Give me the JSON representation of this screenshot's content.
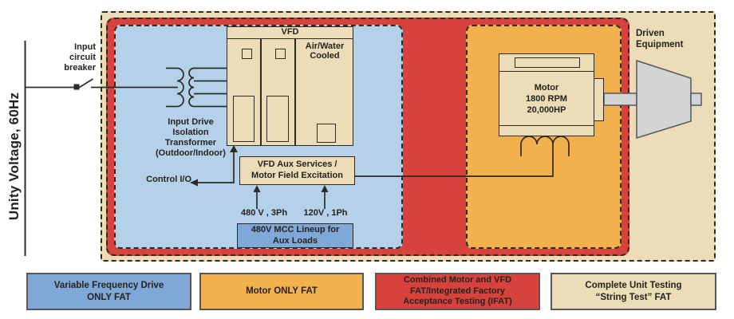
{
  "axis": {
    "label": "Unity Voltage, 60Hz"
  },
  "input_breaker": {
    "lines": [
      "Input",
      "circuit",
      "breaker"
    ]
  },
  "transformer": {
    "lines": [
      "Input Drive",
      "Isolation",
      "Transformer",
      "(Outdoor/Indoor)"
    ]
  },
  "control_io": {
    "label": "Control I/O"
  },
  "vfd": {
    "title": "VFD",
    "cooling_lines": [
      "Air/Water",
      "Cooled"
    ]
  },
  "aux_box": {
    "lines": [
      "VFD Aux Services /",
      "Motor Field Excitation"
    ]
  },
  "feeds": {
    "feed_480": "480 V , 3Ph",
    "feed_120": "120V , 1Ph"
  },
  "mcc_box": {
    "lines": [
      "480V MCC Lineup for",
      "Aux Loads"
    ]
  },
  "motor": {
    "lines": [
      "Motor",
      "1800 RPM",
      "20,000HP"
    ]
  },
  "driven_equipment": {
    "lines": [
      "Driven",
      "Equipment"
    ]
  },
  "legend": {
    "items": [
      {
        "name": "vfd-only-fat",
        "color": "#7fa8d8",
        "lines": [
          "Variable Frequency Drive",
          "ONLY FAT"
        ]
      },
      {
        "name": "motor-only-fat",
        "color": "#f3b14e",
        "lines": [
          "Motor ONLY FAT"
        ]
      },
      {
        "name": "combined-ifat",
        "color": "#d8423c",
        "lines": [
          "Combined Motor and VFD",
          "FAT/Integrated Factory",
          "Acceptance Testing (IFAT)"
        ]
      },
      {
        "name": "string-test-fat",
        "color": "#ecddb8",
        "lines": [
          "Complete Unit Testing",
          "“String Test” FAT"
        ]
      }
    ]
  },
  "zones": {
    "string_test_color": "#ecddb8",
    "ifat_color": "#d8423c",
    "vfd_only_color": "#b5d0e9",
    "motor_only_color": "#f3b14e",
    "line_color": "#2e2a25",
    "equipment_gray": "#d4d4d6"
  }
}
